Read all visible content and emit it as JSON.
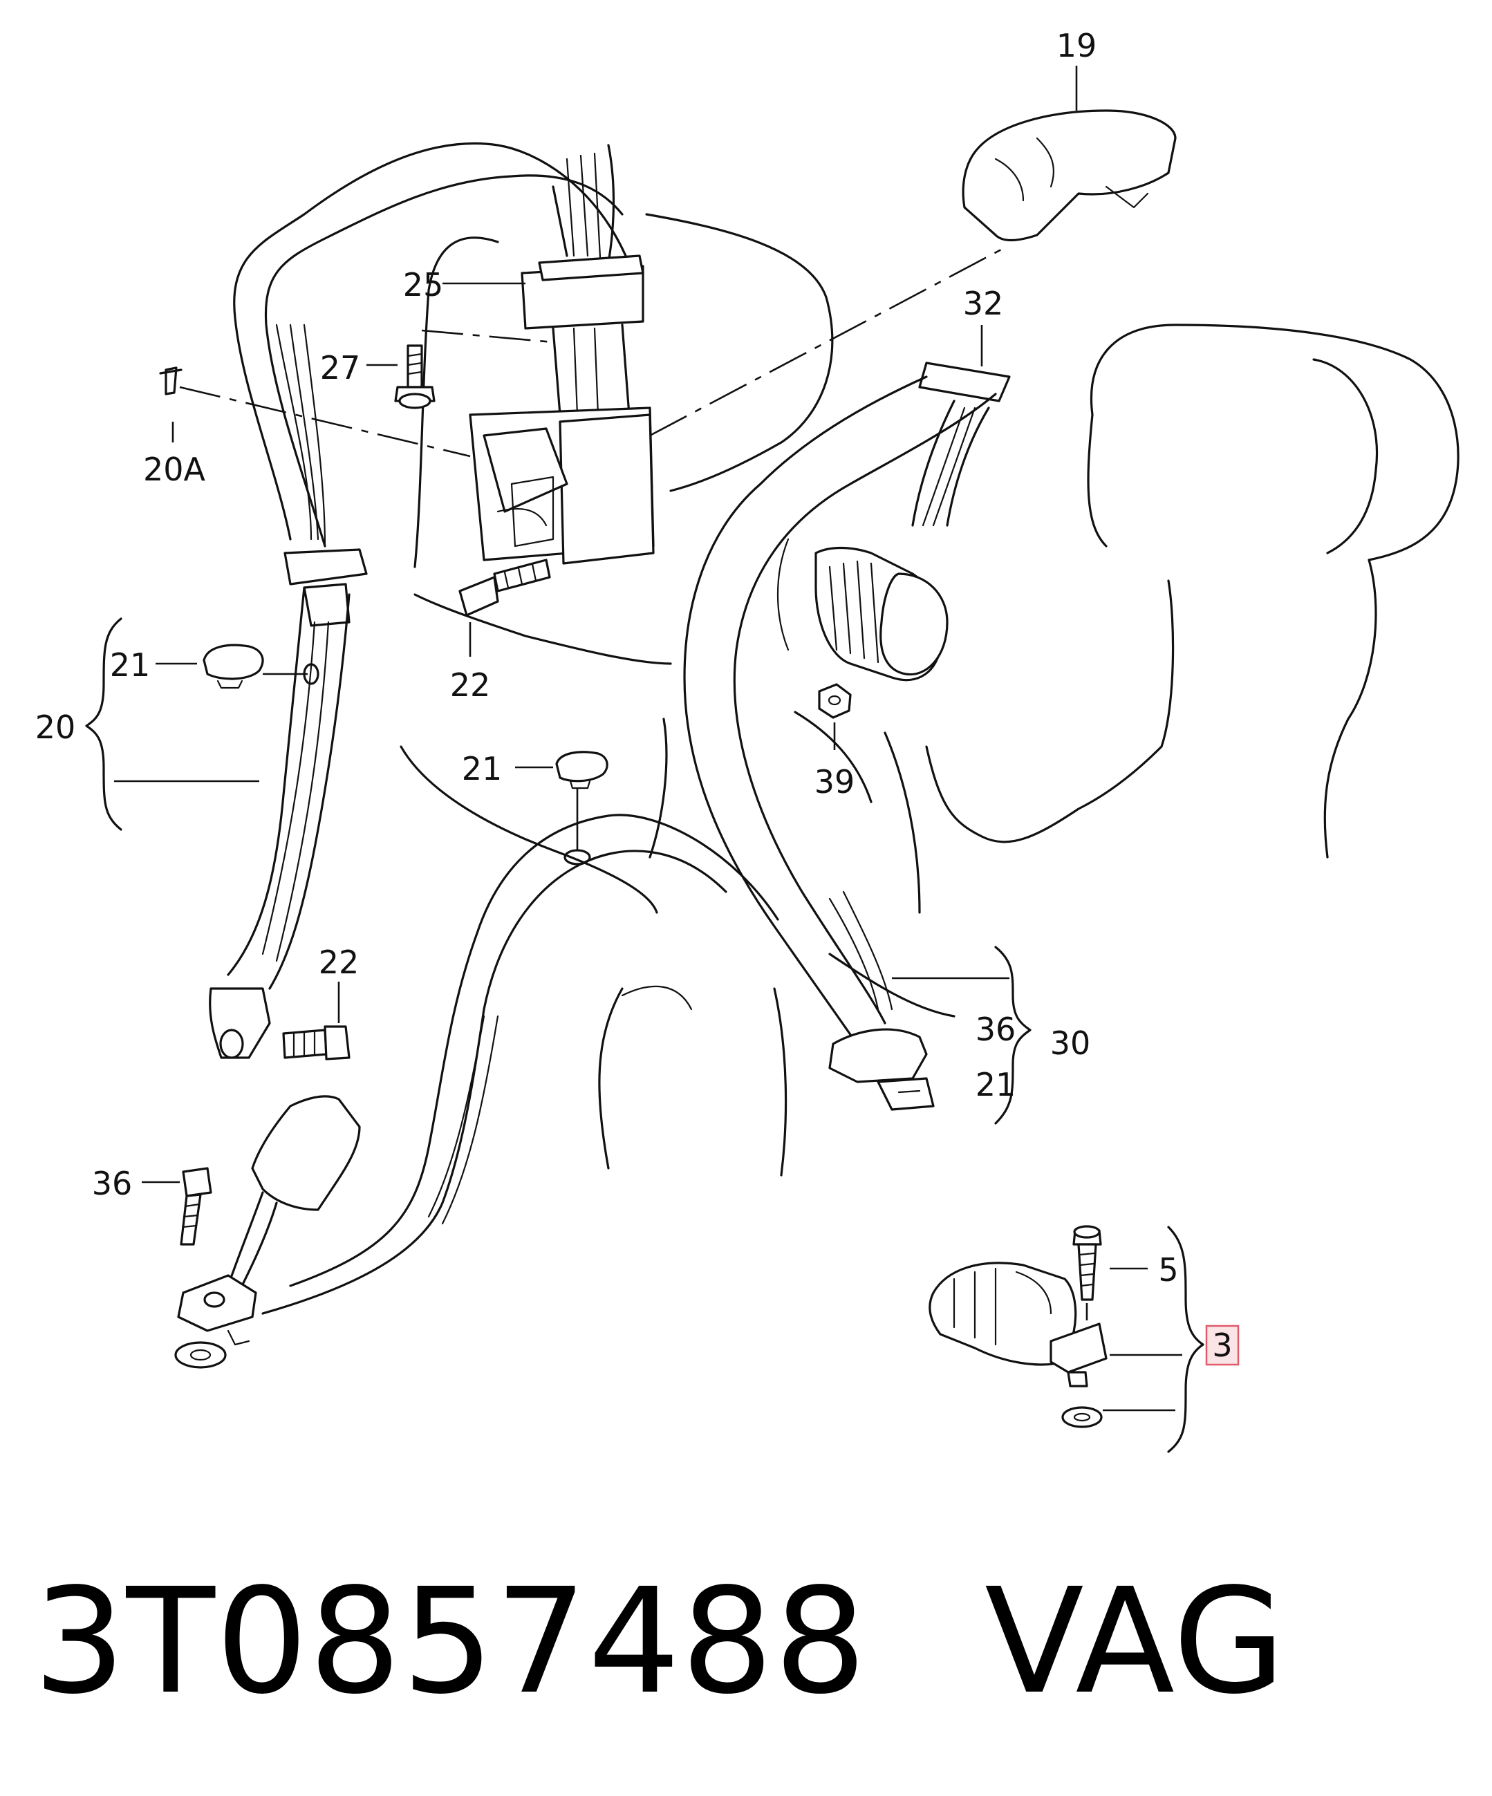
{
  "callouts": {
    "c19": "19",
    "c25": "25",
    "c27": "27",
    "c20a": "20A",
    "c32": "32",
    "c21a": "21",
    "c20": "20",
    "c22a": "22",
    "c21b": "21",
    "c39": "39",
    "c22b": "22",
    "c36a": "36",
    "c30": "30",
    "c21c": "21",
    "c36b": "36",
    "c5": "5",
    "c3": "3"
  },
  "highlight_color": "#e05a6a",
  "footer": {
    "part_number": "3T0857488",
    "brand": "VAG"
  }
}
